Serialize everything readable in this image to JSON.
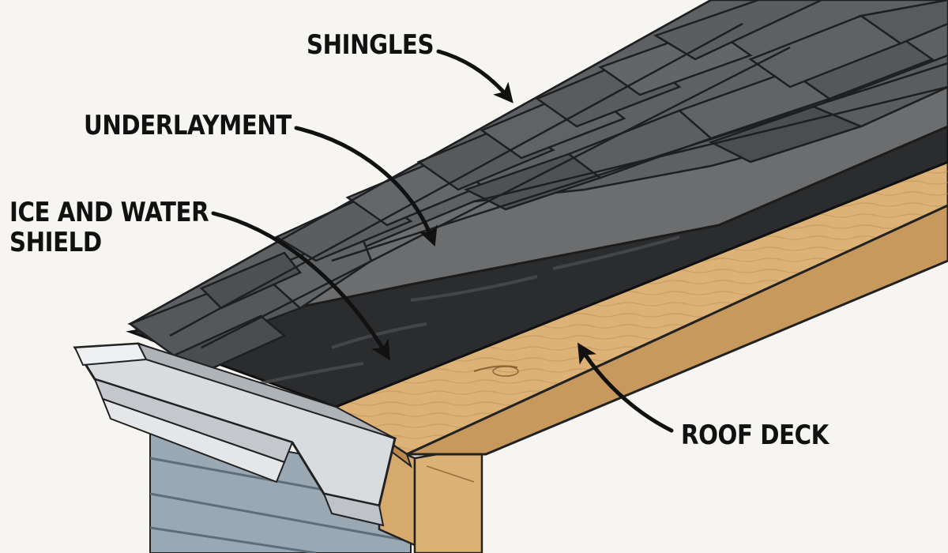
{
  "labels": {
    "shingles": "SHINGLES",
    "underlayment": "UNDERLAYMENT",
    "ice_line1": "ICE AND WATER",
    "ice_line2": "SHIELD",
    "roof_deck": "ROOF DECK"
  },
  "colors": {
    "background": "#f6f5f1",
    "shingle": "#5e6163",
    "shingle_dark": "#3f4244",
    "underlayment": "#6b6d6e",
    "ice_water_shield": "#2b2c2e",
    "wood": "#d9ad70",
    "wood_dark": "#b9884f",
    "gutter": "#d9dcdf",
    "siding": "#9aa8b4",
    "ink": "#111111"
  }
}
